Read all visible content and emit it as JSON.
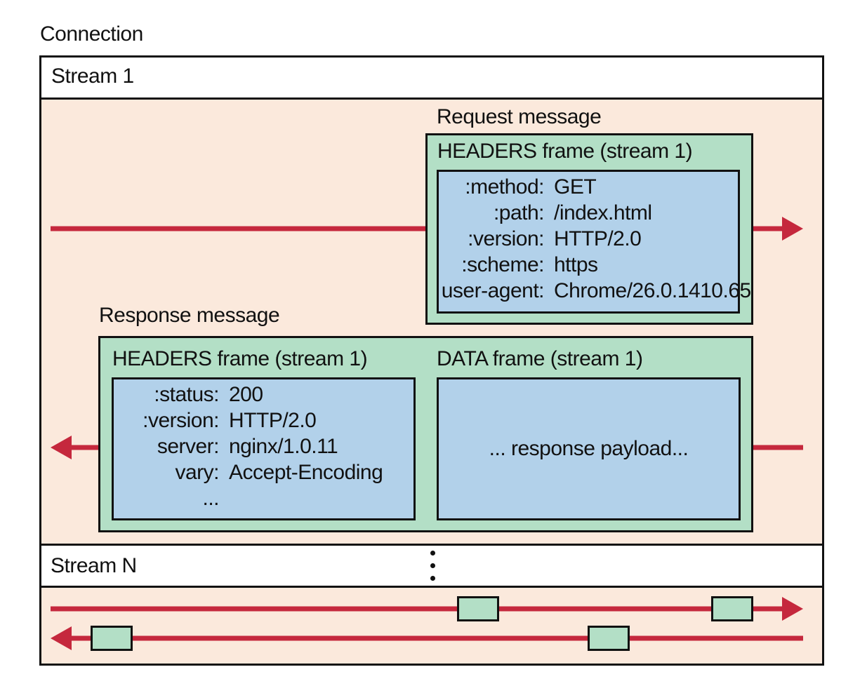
{
  "connection_label": "Connection",
  "stream1": {
    "label": "Stream 1",
    "request": {
      "title": "Request message",
      "headers_frame_title": "HEADERS frame (stream 1)",
      "headers": [
        {
          "key": ":method:",
          "value": "GET"
        },
        {
          "key": ":path:",
          "value": "/index.html"
        },
        {
          "key": ":version:",
          "value": "HTTP/2.0"
        },
        {
          "key": ":scheme:",
          "value": "https"
        },
        {
          "key": "user-agent:",
          "value": "Chrome/26.0.1410.65"
        }
      ]
    },
    "response": {
      "title": "Response message",
      "headers_frame_title": "HEADERS frame (stream 1)",
      "headers": [
        {
          "key": ":status:",
          "value": "200"
        },
        {
          "key": ":version:",
          "value": "HTTP/2.0"
        },
        {
          "key": "server:",
          "value": "nginx/1.0.11"
        },
        {
          "key": "vary:",
          "value": "Accept-Encoding"
        },
        {
          "key": "...",
          "value": ""
        }
      ],
      "data_frame_title": "DATA frame (stream 1)",
      "data_payload": "... response payload..."
    }
  },
  "streamN": {
    "label": "Stream N"
  },
  "colors": {
    "arrow": "#c5283d",
    "stream_bg": "#fbe9dc",
    "frame_green": "#b3dfc6",
    "frame_blue": "#b2d1ea"
  }
}
